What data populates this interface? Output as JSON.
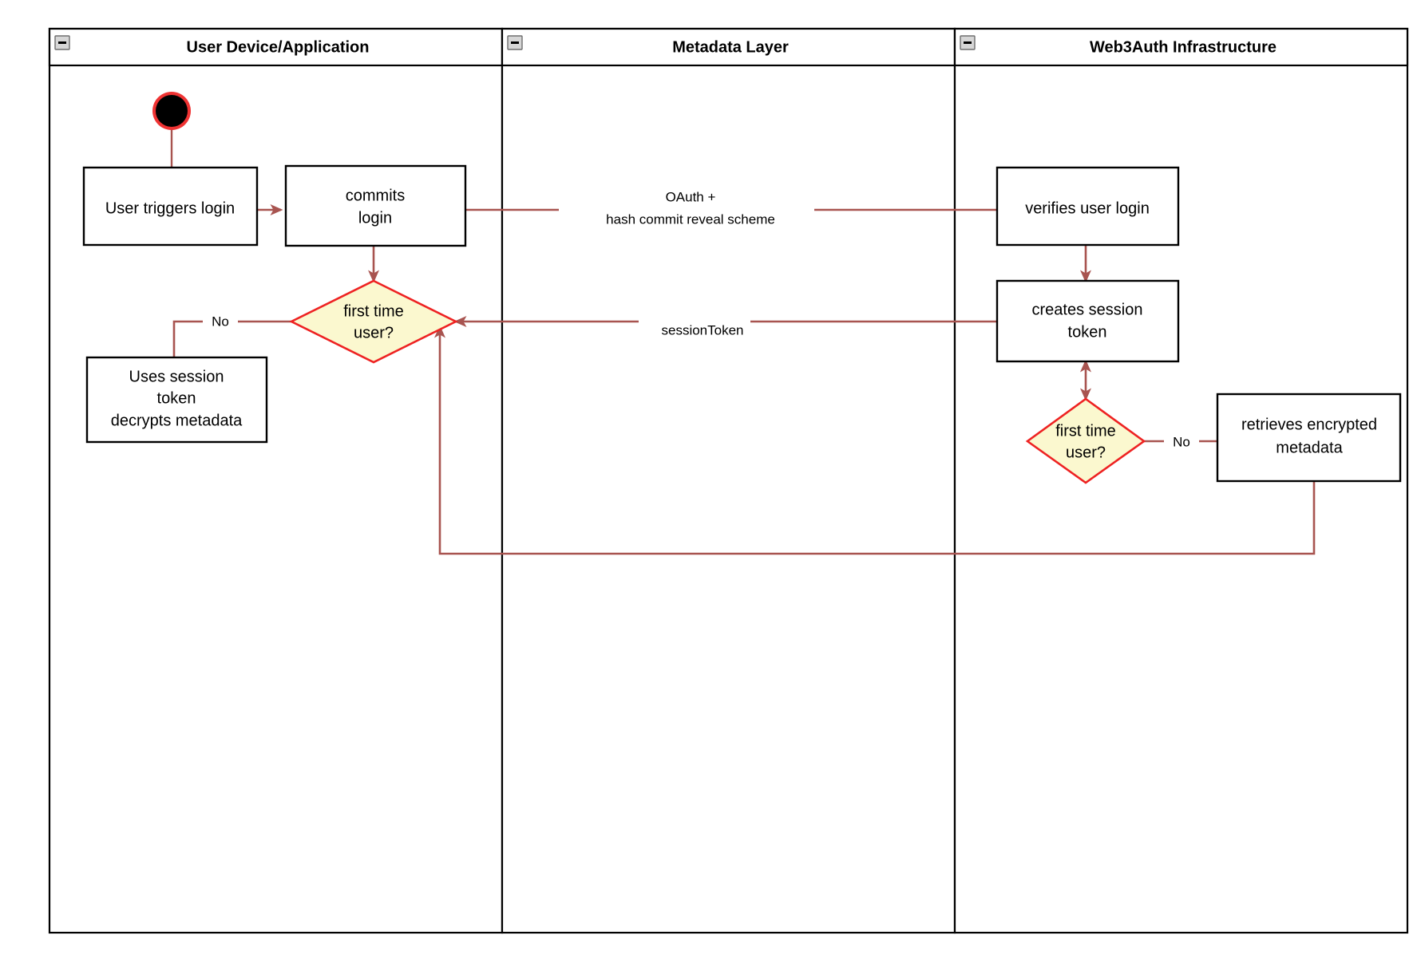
{
  "diagram": {
    "type": "swimlane-activity-diagram",
    "background": "#ffffff",
    "colors": {
      "edge": "#a85450",
      "decision_fill": "#fbf8cf",
      "decision_stroke": "#ee2222",
      "node_stroke": "#000000",
      "start_ring": "#ef3333",
      "start_fill": "#000000",
      "lane_border": "#000000",
      "collapse_button": "#d6d6d6"
    },
    "lanes": [
      {
        "id": "lane-user-device",
        "title": "User Device/Application",
        "collapse_icon": "collapse-minus-icon"
      },
      {
        "id": "lane-metadata",
        "title": "Metadata Layer",
        "collapse_icon": "collapse-minus-icon"
      },
      {
        "id": "lane-web3auth",
        "title": "Web3Auth Infrastructure",
        "collapse_icon": "collapse-minus-icon"
      }
    ],
    "nodes": [
      {
        "id": "start",
        "lane": "lane-user-device",
        "shape": "start-circle",
        "label": ""
      },
      {
        "id": "user-triggers-login",
        "lane": "lane-user-device",
        "shape": "activity",
        "label": "User triggers login"
      },
      {
        "id": "commits-login",
        "lane": "lane-user-device",
        "shape": "activity",
        "label_lines": [
          "commits",
          "login"
        ]
      },
      {
        "id": "first-time-user-left",
        "lane": "lane-user-device",
        "shape": "decision",
        "label_lines": [
          "first time",
          "user?"
        ]
      },
      {
        "id": "uses-session-token",
        "lane": "lane-user-device",
        "shape": "activity",
        "label_lines": [
          "Uses session",
          "token",
          "decrypts metadata"
        ]
      },
      {
        "id": "verifies-user-login",
        "lane": "lane-web3auth",
        "shape": "activity",
        "label": "verifies user login"
      },
      {
        "id": "creates-session-token",
        "lane": "lane-web3auth",
        "shape": "activity",
        "label_lines": [
          "creates session",
          "token"
        ]
      },
      {
        "id": "first-time-user-right",
        "lane": "lane-web3auth",
        "shape": "decision",
        "label_lines": [
          "first time",
          "user?"
        ]
      },
      {
        "id": "retrieves-encrypted-metadata",
        "lane": "lane-web3auth",
        "shape": "activity",
        "label_lines": [
          "retrieves encrypted",
          "metadata"
        ]
      }
    ],
    "edges": [
      {
        "id": "e-start-to-triggers",
        "from": "start",
        "to": "user-triggers-login",
        "label": ""
      },
      {
        "id": "e-triggers-to-commits",
        "from": "user-triggers-login",
        "to": "commits-login",
        "label": ""
      },
      {
        "id": "e-commits-to-verifies",
        "from": "commits-login",
        "to": "verifies-user-login",
        "label_lines": [
          "OAuth +",
          "hash commit reveal scheme"
        ]
      },
      {
        "id": "e-commits-to-decision",
        "from": "commits-login",
        "to": "first-time-user-left",
        "label": ""
      },
      {
        "id": "e-decision-no-left",
        "from": "first-time-user-left",
        "to": "uses-session-token",
        "label": "No"
      },
      {
        "id": "e-verifies-to-creates",
        "from": "verifies-user-login",
        "to": "creates-session-token",
        "label": ""
      },
      {
        "id": "e-creates-to-left-decision",
        "from": "creates-session-token",
        "to": "first-time-user-left",
        "label": "sessionToken"
      },
      {
        "id": "e-creates-to-right-decision",
        "from": "creates-session-token",
        "to": "first-time-user-right",
        "label": "",
        "bidirectional": true
      },
      {
        "id": "e-right-decision-no",
        "from": "first-time-user-right",
        "to": "retrieves-encrypted-metadata",
        "label": "No"
      },
      {
        "id": "e-retrieves-back-to-left-decision",
        "from": "retrieves-encrypted-metadata",
        "to": "first-time-user-left",
        "label": ""
      }
    ],
    "edge_labels": {
      "oauth_line1": "OAuth +",
      "oauth_line2": "hash commit reveal scheme",
      "session_token": "sessionToken",
      "no_left": "No",
      "no_right": "No"
    }
  }
}
